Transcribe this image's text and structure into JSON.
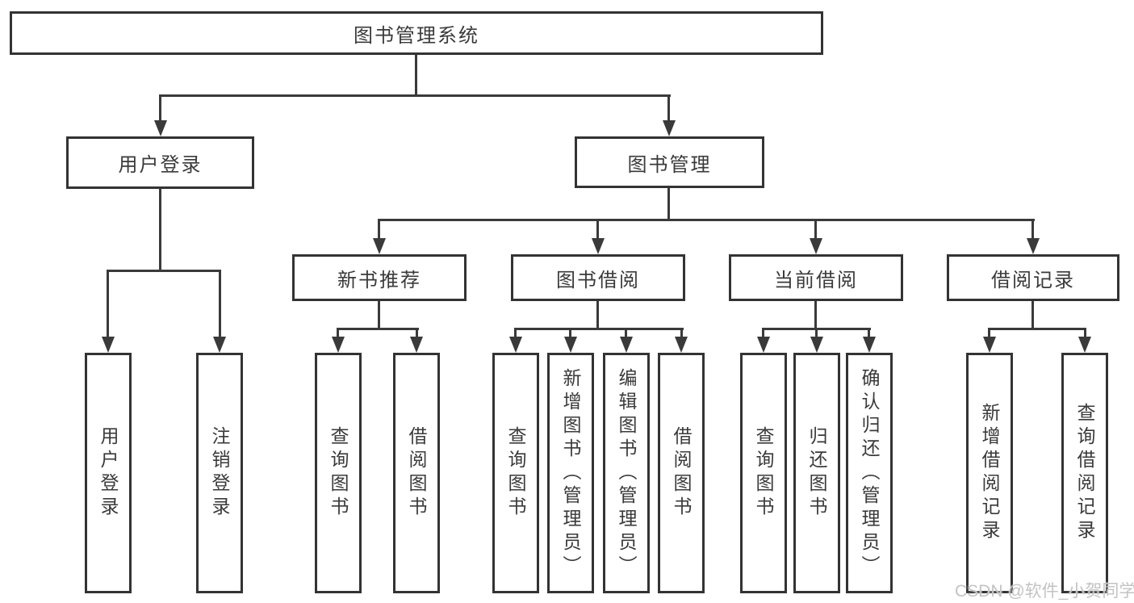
{
  "colors": {
    "line": "#3a3a3a",
    "border": "#333333",
    "text": "#3a3a3a",
    "watermark": "#c3c3c3",
    "background": "#ffffff"
  },
  "nodes": {
    "root": "图书管理系统",
    "user_login": "用户登录",
    "book_mgmt": "图书管理",
    "new_book_rec": "新书推荐",
    "book_borrow": "图书借阅",
    "current_borrow": "当前借阅",
    "borrow_record": "借阅记录",
    "login": "用户登录",
    "logout": "注销登录",
    "rec_query_book": "查询图书",
    "rec_borrow_book": "借阅图书",
    "bb_query_book": "查询图书",
    "bb_add_book": "新增图书（管理员）",
    "bb_edit_book": "编辑图书（管理员）",
    "bb_borrow_book": "借阅图书",
    "cb_query_book": "查询图书",
    "cb_return_book": "归还图书",
    "cb_confirm_return": "确认归还（管理员）",
    "br_add_record": "新增借阅记录",
    "br_query_record": "查询借阅记录"
  },
  "watermark": "CSDN @软件_小贺同学"
}
